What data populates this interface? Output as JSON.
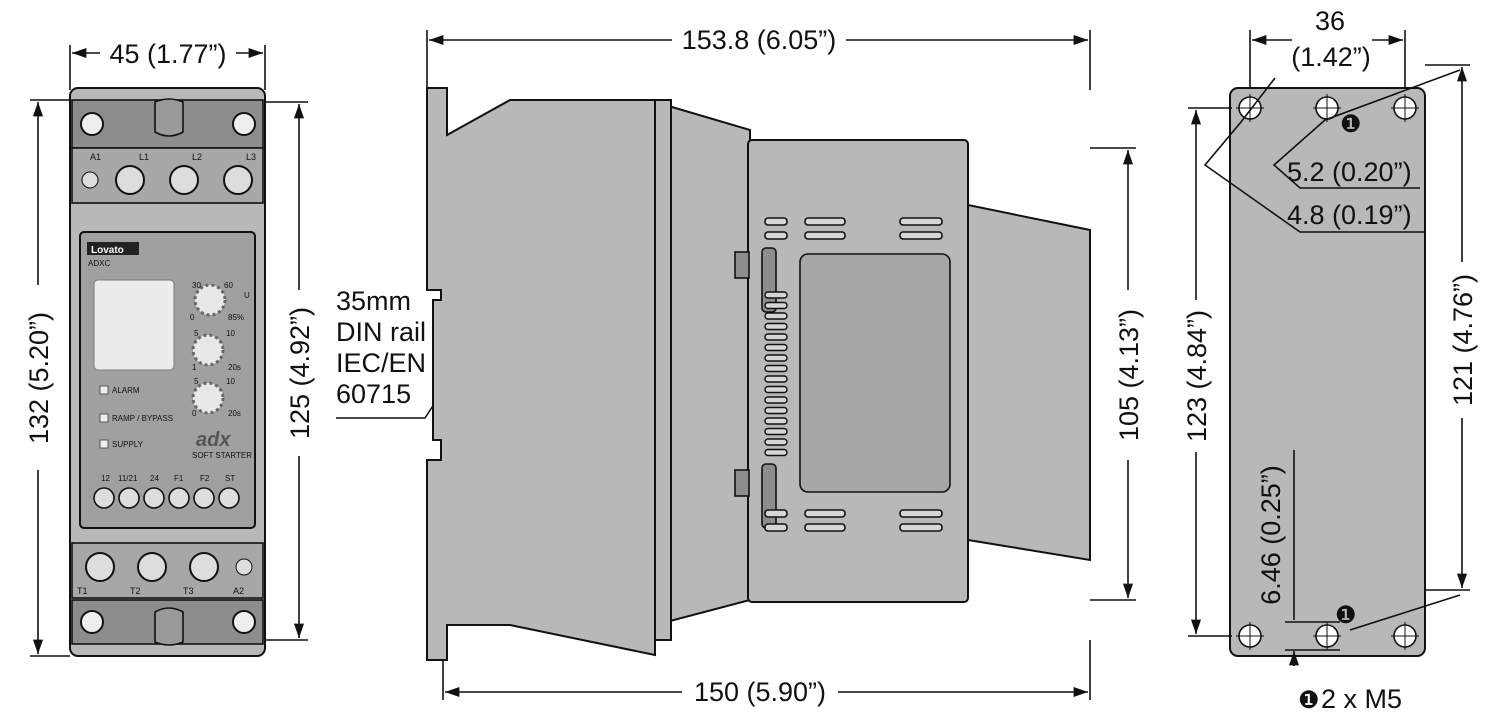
{
  "front_view": {
    "width_dim": "45 (1.77”)",
    "height_outer_dim": "132 (5.20”)",
    "height_inner_dim": "125 (4.92”)",
    "terminals_top": [
      "A1",
      "L1",
      "L2",
      "L3"
    ],
    "terminals_bottom": [
      "T1",
      "T2",
      "T3",
      "A2"
    ],
    "brand": "Lovato",
    "model": "ADXC",
    "product_logo": "adx",
    "product_subtitle": "SOFT STARTER",
    "leds": [
      "ALARM",
      "RAMP / BYPASS",
      "SUPPLY"
    ],
    "knob1": {
      "min": "0",
      "max": "85%",
      "tick_a": "30",
      "tick_b": "60",
      "label": "U"
    },
    "knob2": {
      "min": "1",
      "max": "20s",
      "tick_a": "5",
      "tick_b": "10"
    },
    "knob3": {
      "min": "0",
      "max": "20s",
      "tick_a": "5",
      "tick_b": "10"
    },
    "aux_terminal_labels": [
      "12",
      "11/21",
      "24",
      "F1",
      "F2",
      "ST"
    ]
  },
  "side_view": {
    "top_dim": "153.8 (6.05”)",
    "bottom_dim": "150 (5.90”)",
    "right_dim": "105 (4.13”)",
    "din_rail_label": [
      "35mm",
      "DIN rail",
      "IEC/EN",
      "60715"
    ]
  },
  "rear_view": {
    "top_dim_line1": "36",
    "top_dim_line2": "(1.42”)",
    "hole_dim_1": "5.2 (0.20”)",
    "hole_dim_2": "4.8 (0.19”)",
    "left_dim": "123 (4.84”)",
    "right_dim": "121 (4.76”)",
    "offset_dim": "6.46 (0.25”)",
    "marker": "❶",
    "footnote": "2 x M5"
  },
  "colors": {
    "body": "#b8b8b8",
    "dark": "#8d8d8d",
    "panel": "#a7a7a7",
    "line": "#111111"
  }
}
